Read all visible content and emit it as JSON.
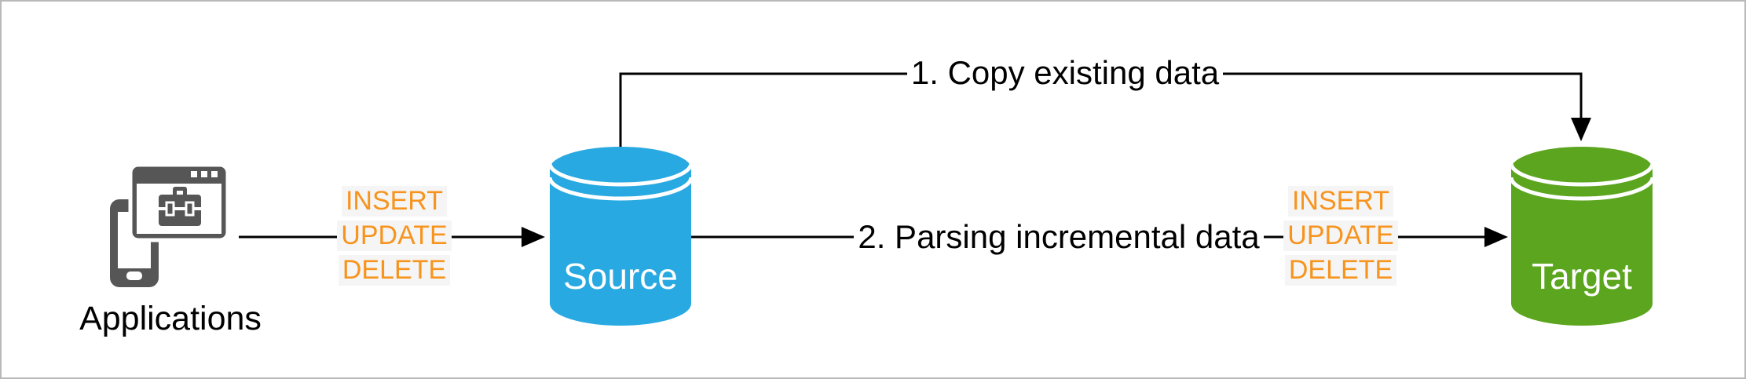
{
  "canvas": {
    "background": "#ffffff",
    "border_color": "#b9b9b9"
  },
  "nodes": {
    "applications": {
      "label": "Applications",
      "icon": "application-devices-icon",
      "icon_color": "#565656"
    },
    "source": {
      "label": "Source",
      "shape": "database-cylinder",
      "color": "#29a9e1",
      "text_color": "#ffffff"
    },
    "target": {
      "label": "Target",
      "shape": "database-cylinder",
      "color": "#5ca51e",
      "text_color": "#ffffff"
    }
  },
  "edges": {
    "apps_to_source": {
      "from": "Applications",
      "to": "Source",
      "ops": [
        "INSERT",
        "UPDATE",
        "DELETE"
      ],
      "ops_color": "#f7941e"
    },
    "copy_existing": {
      "from": "Source",
      "to": "Target",
      "label": "1. Copy existing data"
    },
    "incremental": {
      "from": "Source",
      "to": "Target",
      "label": "2. Parsing incremental data",
      "ops": [
        "INSERT",
        "UPDATE",
        "DELETE"
      ],
      "ops_color": "#f7941e"
    }
  },
  "colors": {
    "arrow": "#000000",
    "accent_orange": "#f7941e",
    "source_blue": "#29a9e1",
    "target_green": "#5ca51e",
    "icon_gray": "#565656"
  }
}
